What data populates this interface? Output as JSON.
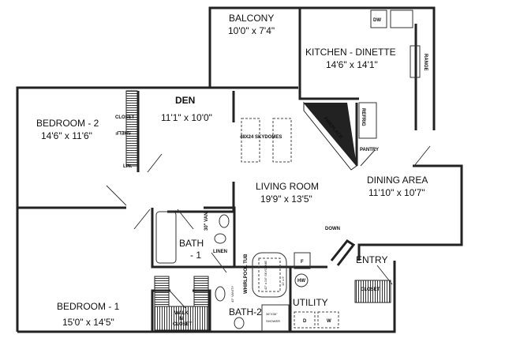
{
  "rooms": {
    "balcony": {
      "name": "BALCONY",
      "size": "10'0\" x 7'4\""
    },
    "kitchen": {
      "name": "KITCHEN - DINETTE",
      "size": "14'6\" x 14'1\""
    },
    "bedroom2": {
      "name": "BEDROOM - 2",
      "size": "14'6\" x 11'6\""
    },
    "den": {
      "name": "DEN",
      "size": "11'1\" x 10'0\""
    },
    "living": {
      "name": "LIVING ROOM",
      "size": "19'9\" x 13'5\""
    },
    "dining": {
      "name": "DINING AREA",
      "size": "11'10\" x 10'7\""
    },
    "bath1": {
      "name": "BATH",
      "name2": "- 1"
    },
    "entry": {
      "name": "ENTRY"
    },
    "utility": {
      "name": "UTILITY"
    },
    "bedroom1": {
      "name": "BEDROOM - 1",
      "size": "15'0\" x 14'5\""
    },
    "bath2": {
      "name": "BATH-2"
    }
  },
  "fixtures": {
    "dw": "DW",
    "range": "RANGE",
    "refrig": "REFRIG",
    "fireplace": "FIREPLACE",
    "pantry": "PANTRY",
    "closet_bed2": "CLOSET",
    "shelf": "SHELF",
    "linen_small": "LIN.",
    "skydomes": "48X24 SKYDOMES",
    "van": "30\" VAN.",
    "linen": "LINEN",
    "down": "DOWN",
    "f": "F",
    "hw": "HW",
    "closet_entry": "CLOSET",
    "whirlpool": "WHIRLPOOL TUB",
    "skydome": "42\" x 24\" SKYDOME",
    "tub_size": "12' x 5'",
    "vanity": "42\" VANITY",
    "walk_in": [
      "WALK",
      "IN",
      "CLOSET"
    ],
    "shower": [
      "36\"X36\"",
      "SHOWER"
    ],
    "dryer": "D",
    "washer": "W"
  }
}
